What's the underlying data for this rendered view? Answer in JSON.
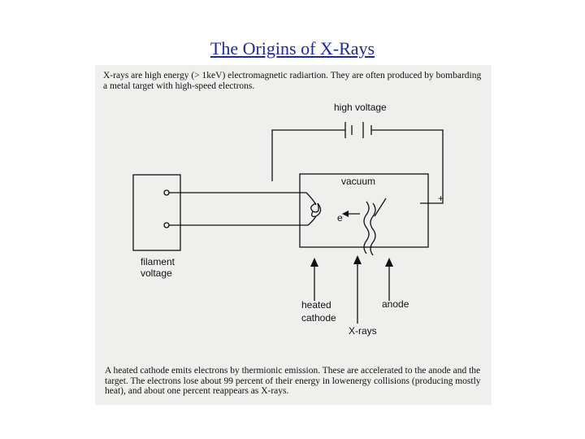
{
  "title": "The Origins of X-Rays",
  "intro_text": "X-rays are high energy (> 1keV) electromagnetic radiartion.  They are often produced by bombarding a metal target with high-speed electrons.",
  "caption_text": "A heated cathode emits electrons by thermionic emission.  These are accelerated to the anode and the target.  The electrons lose about 99 percent of their energy in lowenergy collisions (producing mostly heat), and about one percent reappears as X-rays.",
  "labels": {
    "high_voltage": "high voltage",
    "vacuum": "vacuum",
    "minus": "-",
    "plus": "+",
    "electron": "e",
    "filament_voltage_line1": "filament",
    "filament_voltage_line2": "voltage",
    "heated_cathode_line1": "heated",
    "heated_cathode_line2": "cathode",
    "anode": "anode",
    "xrays": "X-rays"
  },
  "colors": {
    "title": "#1a2aa8",
    "scan_background": "#efefed",
    "ink": "#111111"
  }
}
